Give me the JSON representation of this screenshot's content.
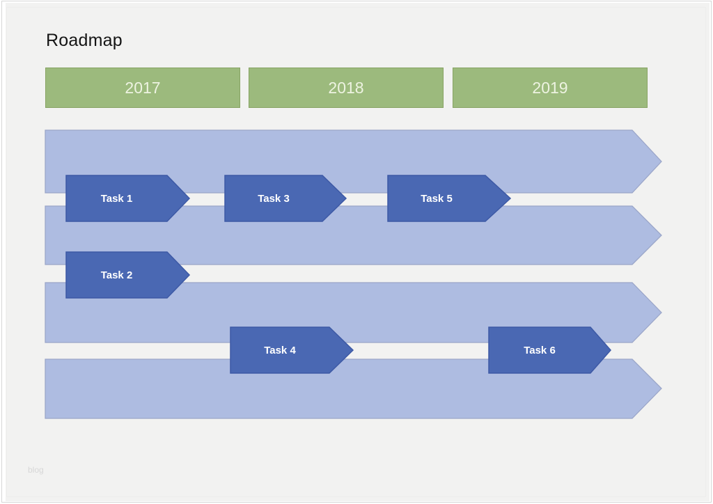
{
  "page": {
    "title": "Roadmap",
    "watermark": "blog",
    "background": "#f2f2f1"
  },
  "timeline": {
    "years": [
      {
        "label": "2017"
      },
      {
        "label": "2018"
      },
      {
        "label": "2019"
      }
    ],
    "band_count": 4
  },
  "tasks": [
    {
      "label": "Task 1",
      "gap_row": 1
    },
    {
      "label": "Task 2",
      "gap_row": 2
    },
    {
      "label": "Task 3",
      "gap_row": 1
    },
    {
      "label": "Task 4",
      "gap_row": 3
    },
    {
      "label": "Task 5",
      "gap_row": 1
    },
    {
      "label": "Task 6",
      "gap_row": 3
    }
  ],
  "colors": {
    "year_bar_fill": "#9cba7d",
    "year_bar_border": "#87a363",
    "year_text": "#edf3e1",
    "band_fill": "#aebce1",
    "band_border": "#9aa5c8",
    "task_fill": "#4a68b3",
    "task_border": "#3d59a5",
    "task_text": "#ffffff",
    "page_background": "#f2f2f1",
    "title_text": "#151515",
    "watermark_text": "#d7d7d7"
  }
}
